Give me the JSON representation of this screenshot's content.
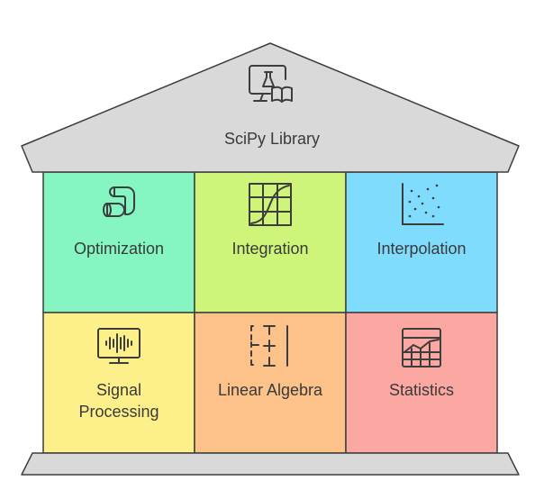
{
  "building": {
    "title": "SciPy Library",
    "roof_icon": "flask-book-monitor-icon",
    "colors": {
      "roof": "#d9d9d9",
      "base": "#d9d9d9",
      "stroke": "#3d3d3d"
    }
  },
  "modules": [
    {
      "label": "Optimization",
      "icon": "pipe-bend-icon",
      "color": "#85f5c2"
    },
    {
      "label": "Integration",
      "icon": "curve-grid-icon",
      "color": "#cef57a"
    },
    {
      "label": "Interpolation",
      "icon": "scatter-plot-icon",
      "color": "#7fdcfd"
    },
    {
      "label_lines": [
        "Signal",
        "Processing"
      ],
      "icon": "waveform-monitor-icon",
      "color": "#fdf08b"
    },
    {
      "label": "Linear Algebra",
      "icon": "matrix-brackets-icon",
      "color": "#fcc28a"
    },
    {
      "label": "Statistics",
      "icon": "area-chart-table-icon",
      "color": "#fca8a2"
    }
  ]
}
